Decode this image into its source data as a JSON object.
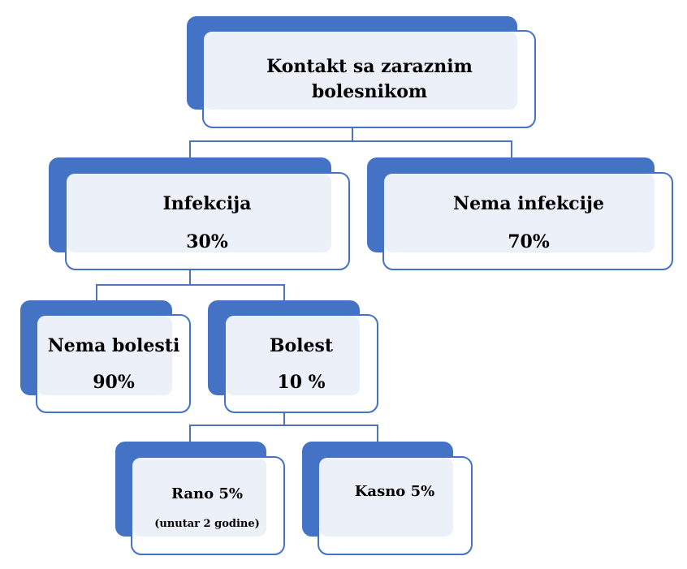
{
  "colors": {
    "accent": "#4472C4",
    "fill": "#ECF0F9",
    "outline": "#4472C4"
  },
  "nodes": {
    "root": {
      "line1": "Kontakt sa zaraznim",
      "line2": "bolesnikom"
    },
    "infection": {
      "label": "Infekcija",
      "value": "30%"
    },
    "no_infection": {
      "label": "Nema infekcije",
      "value": "70%"
    },
    "no_disease": {
      "label": "Nema bolesti",
      "value": "90%"
    },
    "disease": {
      "label": "Bolest",
      "value": "10 %"
    },
    "early": {
      "label": "Rano 5%",
      "note": "(unutar 2 godine)"
    },
    "late": {
      "label": "Kasno 5%"
    }
  }
}
